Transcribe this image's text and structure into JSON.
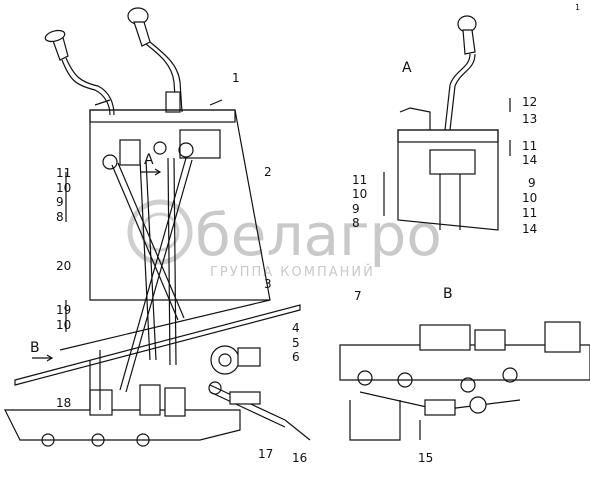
{
  "drawing": {
    "part_number": "1",
    "watermark": {
      "logo": "белагро",
      "subtitle": "ГРУППА КОМПАНИЙ"
    },
    "view_labels": {
      "a_arrow": "A",
      "b_arrow": "B",
      "a_view": "A",
      "b_view": "B"
    },
    "callouts": [
      {
        "id": "c1",
        "text": "1"
      },
      {
        "id": "c2",
        "text": "2"
      },
      {
        "id": "c3",
        "text": "3"
      },
      {
        "id": "c4",
        "text": "4"
      },
      {
        "id": "c5",
        "text": "5"
      },
      {
        "id": "c6",
        "text": "6"
      },
      {
        "id": "c7",
        "text": "7"
      },
      {
        "id": "c15",
        "text": "15"
      },
      {
        "id": "c16",
        "text": "16"
      },
      {
        "id": "c17",
        "text": "17"
      },
      {
        "id": "c18",
        "text": "18"
      },
      {
        "id": "c20",
        "text": "20"
      },
      {
        "id": "l11",
        "text": "11"
      },
      {
        "id": "l10",
        "text": "10"
      },
      {
        "id": "l9",
        "text": "9"
      },
      {
        "id": "l8",
        "text": "8"
      },
      {
        "id": "l19",
        "text": "19"
      },
      {
        "id": "l10b",
        "text": "10"
      },
      {
        "id": "m11",
        "text": "11"
      },
      {
        "id": "m10",
        "text": "10"
      },
      {
        "id": "m9",
        "text": "9"
      },
      {
        "id": "m8",
        "text": "8"
      },
      {
        "id": "r12",
        "text": "12"
      },
      {
        "id": "r13",
        "text": "13"
      },
      {
        "id": "r11",
        "text": "11"
      },
      {
        "id": "r14",
        "text": "14"
      },
      {
        "id": "s9",
        "text": "9"
      },
      {
        "id": "s10",
        "text": "10"
      },
      {
        "id": "s11",
        "text": "11"
      },
      {
        "id": "s14",
        "text": "14"
      }
    ]
  }
}
